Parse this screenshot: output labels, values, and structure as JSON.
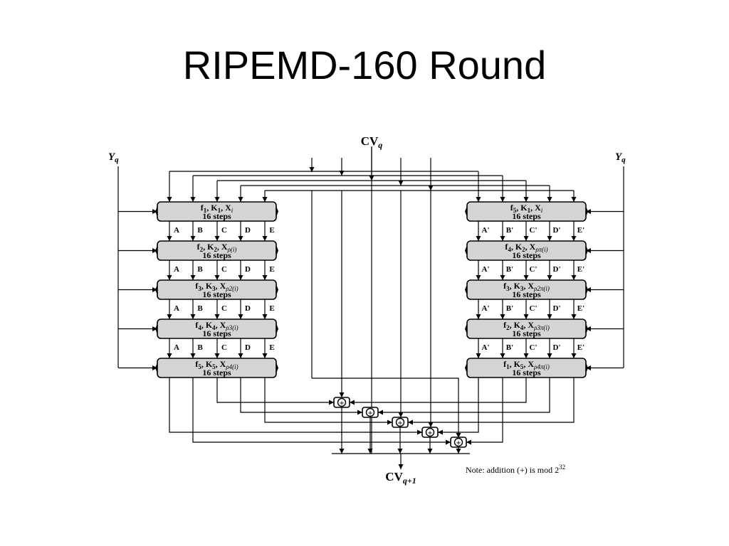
{
  "title": "RIPEMD-160 Round",
  "diagram": {
    "cv_in": {
      "base": "CV",
      "sub": "q"
    },
    "cv_out": {
      "base": "CV",
      "sub": "q+1"
    },
    "y_left": {
      "base": "Y",
      "sub": "q"
    },
    "y_right": {
      "base": "Y",
      "sub": "q"
    },
    "note": {
      "text": "Note:  addition (+) is mod 2",
      "sup": "32"
    },
    "adder_symbol": "+",
    "left_boxes": [
      {
        "f": "f",
        "fsub": "1",
        "k": "K",
        "ksub": "1",
        "x": "X",
        "xsub": "i",
        "steps": "16 steps"
      },
      {
        "f": "f",
        "fsub": "2",
        "k": "K",
        "ksub": "2",
        "x": "X",
        "xsub": "ρ(i)",
        "steps": "16 steps"
      },
      {
        "f": "f",
        "fsub": "3",
        "k": "K",
        "ksub": "3",
        "x": "X",
        "xsub": "ρ2(i)",
        "steps": "16 steps"
      },
      {
        "f": "f",
        "fsub": "4",
        "k": "K",
        "ksub": "4",
        "x": "X",
        "xsub": "ρ3(i)",
        "steps": "16 steps"
      },
      {
        "f": "f",
        "fsub": "5",
        "k": "K",
        "ksub": "5",
        "x": "X",
        "xsub": "ρ4(i)",
        "steps": "16 steps"
      }
    ],
    "right_boxes": [
      {
        "f": "f",
        "fsub": "5",
        "k": "K",
        "ksub": "1",
        "x": "X",
        "xsub": "i",
        "steps": "16 steps"
      },
      {
        "f": "f",
        "fsub": "4",
        "k": "K",
        "ksub": "2",
        "x": "X",
        "xsub": "ρπ(i)",
        "steps": "16 steps"
      },
      {
        "f": "f",
        "fsub": "3",
        "k": "K",
        "ksub": "3",
        "x": "X",
        "xsub": "ρ2π(i)",
        "steps": "16 steps"
      },
      {
        "f": "f",
        "fsub": "2",
        "k": "K",
        "ksub": "4",
        "x": "X",
        "xsub": "ρ3π(i)",
        "steps": "16 steps"
      },
      {
        "f": "f",
        "fsub": "1",
        "k": "K",
        "ksub": "5",
        "x": "X",
        "xsub": "ρ4π(i)",
        "steps": "16 steps"
      }
    ],
    "left_labels": [
      "A",
      "B",
      "C",
      "D",
      "E"
    ],
    "right_labels": [
      "A'",
      "B'",
      "C'",
      "D'",
      "E'"
    ]
  }
}
